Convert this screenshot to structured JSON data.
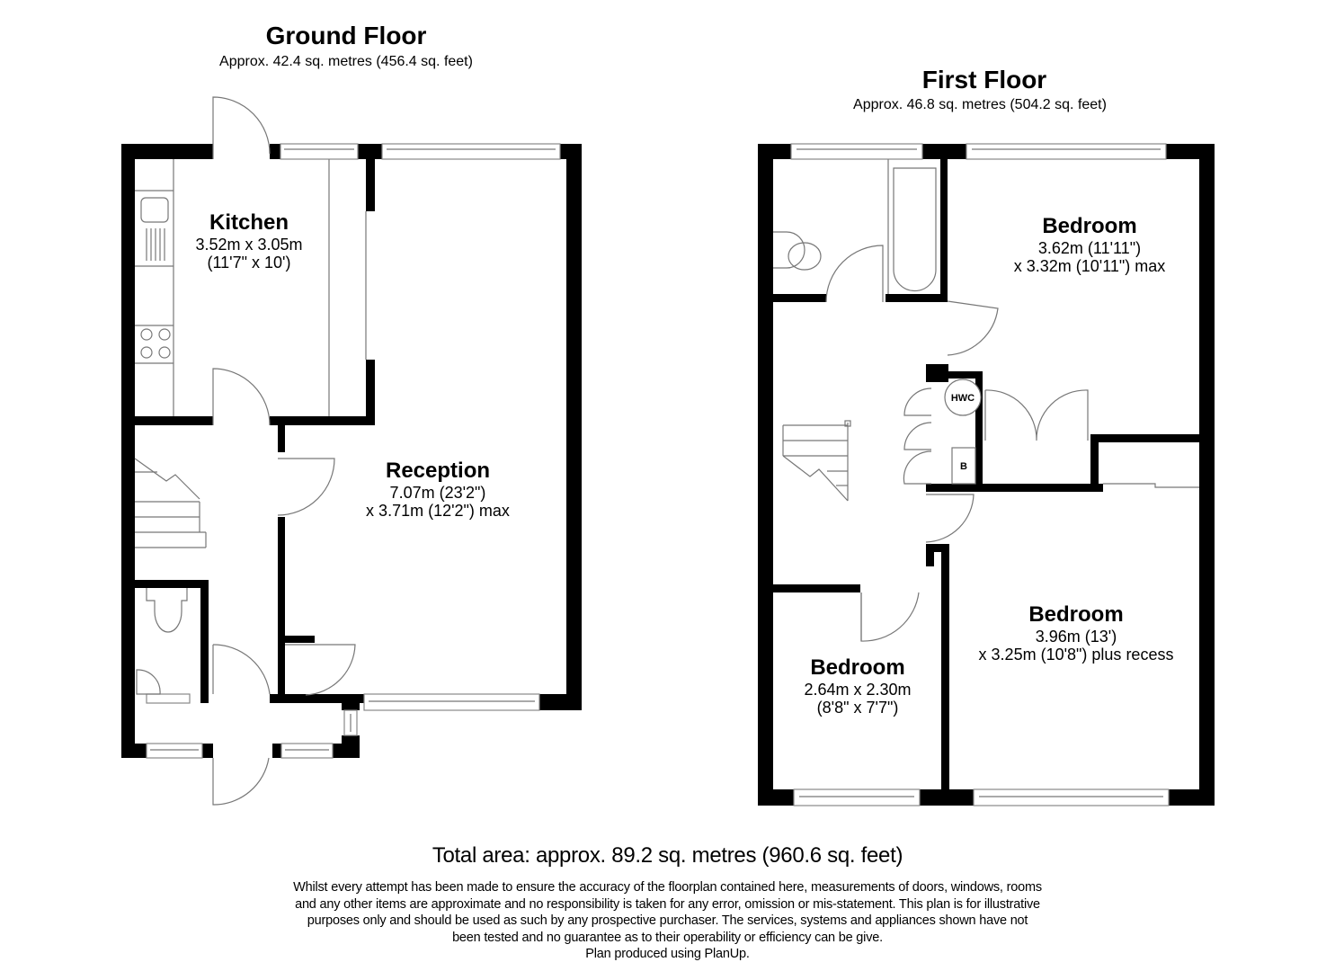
{
  "ground_floor": {
    "title": "Ground Floor",
    "area": "Approx. 42.4 sq. metres (456.4 sq. feet)",
    "rooms": [
      {
        "name": "Kitchen",
        "dim1": "3.52m x 3.05m",
        "dim2": "(11'7\" x 10')"
      },
      {
        "name": "Reception",
        "dim1": "7.07m (23'2\")",
        "dim2": "x 3.71m (12'2\") max"
      }
    ]
  },
  "first_floor": {
    "title": "First Floor",
    "area": "Approx. 46.8 sq. metres (504.2 sq. feet)",
    "rooms": [
      {
        "name": "Bedroom",
        "dim1": "3.62m (11'11\")",
        "dim2": "x 3.32m (10'11\") max"
      },
      {
        "name": "Bedroom",
        "dim1": "3.96m (13')",
        "dim2": "x 3.25m (10'8\") plus recess"
      },
      {
        "name": "Bedroom",
        "dim1": "2.64m x 2.30m",
        "dim2": "(8'8\" x 7'7\")"
      }
    ],
    "fixtures": {
      "hwc": "HWC",
      "boiler": "B"
    }
  },
  "footer": {
    "total": "Total area: approx. 89.2 sq. metres (960.6 sq. feet)",
    "disclaimer_lines": [
      "Whilst every attempt has been made to ensure the accuracy of the floorplan contained here, measurements of doors, windows, rooms",
      "and any other items are approximate and no responsibility is taken for any error, omission or mis-statement. This plan is for illustrative",
      "purposes only and should be used as such by any prospective purchaser. The services, systems and appliances shown have not",
      "been tested and no guarantee as to their operability or efficiency can be give.",
      "Plan produced using PlanUp."
    ]
  },
  "colors": {
    "wall": "#000000",
    "fixture_line": "#777777",
    "background": "#ffffff"
  }
}
